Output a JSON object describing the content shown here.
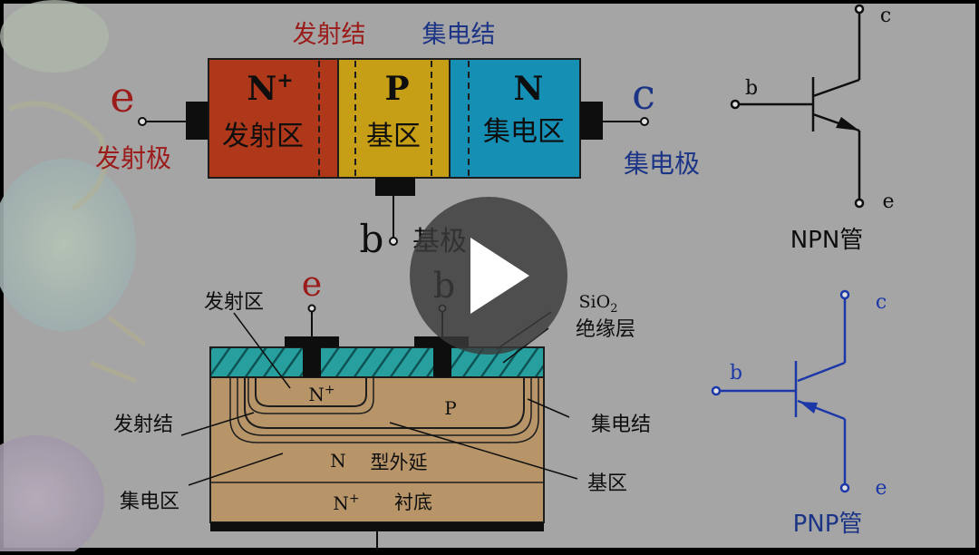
{
  "colors": {
    "background": "#bcbcbc",
    "emitter_region": "#c8401f",
    "base_region": "#e2b51a",
    "collector_region": "#1aa3cf",
    "substrate": "#d1aa78",
    "oxide": "#2eb6b6",
    "red_text": "#b22020",
    "blue_text": "#1f3c99",
    "pnp_blue": "#2040c0"
  },
  "top": {
    "emitter_junction": "发射结",
    "collector_junction": "集电结",
    "emitter_region": {
      "type": "N",
      "sup": "+",
      "name": "发射区"
    },
    "base_region": {
      "type": "P",
      "name": "基区"
    },
    "collector_region": {
      "type": "N",
      "name": "集电区"
    },
    "e_letter": "e",
    "e_name": "发射极",
    "c_letter": "c",
    "c_name": "集电极",
    "b_letter": "b",
    "b_name": "基极"
  },
  "npn": {
    "c": "c",
    "b": "b",
    "e": "e",
    "caption": "NPN管"
  },
  "pnp": {
    "c": "c",
    "b": "b",
    "e": "e",
    "caption": "PNP管"
  },
  "cross": {
    "e_letter": "e",
    "b_letter": "b",
    "emitter_region": "发射区",
    "sio2": "SiO",
    "sio2_sub": "2",
    "insulation": "绝缘层",
    "nplus": "N",
    "nplus_sup": "+",
    "p": "P",
    "emitter_junction": "发射结",
    "collector_junction": "集电结",
    "n_epi_n": "N",
    "n_epi_text": "型外延",
    "base_region": "基区",
    "collector_region": "集电区",
    "substrate_n": "N",
    "substrate_sup": "+",
    "substrate_text": "衬底"
  },
  "play": {
    "icon": "play-icon"
  }
}
